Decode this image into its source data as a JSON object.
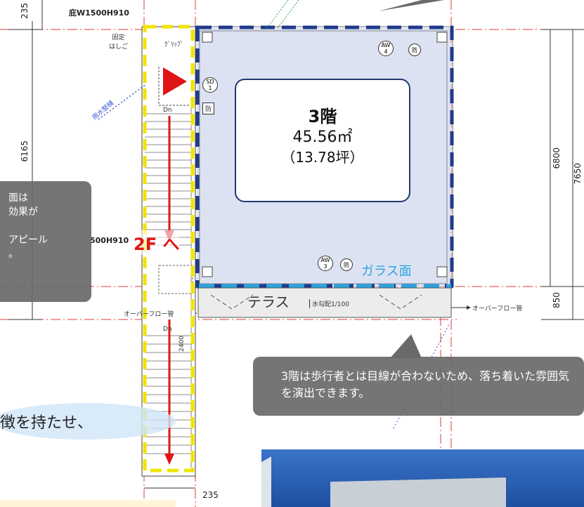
{
  "dimensions": {
    "top_left": "235",
    "left_height": "6165",
    "right_inner": "6800",
    "right_outer": "7650",
    "right_bottom": "850",
    "bottom": "235",
    "stair_height": "2400"
  },
  "window_top": "庇W1500H910",
  "window_mid": "500H910",
  "ladder_label": "固定\nはしご",
  "grip_label": "ｸﾞﾘｯﾌﾟ",
  "room": {
    "name": "3階",
    "area": "45.56㎡",
    "tsubo": "（13.78坪）"
  },
  "fixtures": {
    "aw4": {
      "top": "AW",
      "bottom": "4"
    },
    "aw3": {
      "top": "AW",
      "bottom": "3"
    },
    "sd1": {
      "top": "SD",
      "bottom": "1"
    },
    "bou": "防"
  },
  "glass_label": "ガラス面",
  "stair_up_label": "2F へ",
  "stair_dn": "Dn",
  "terrace": {
    "label": "テラス",
    "slope": "水勾配1/100",
    "overflow_left": "オーバーフロー管",
    "overflow_right": "オーバーフロー管"
  },
  "rain_pipe": "雨水竪樋",
  "callout_left": [
    "面は",
    "効果が",
    "",
    "アピール",
    "。"
  ],
  "callout_right": "3階は歩行者とは目線が合わないため、落ち着いた雰囲気を演出できます。",
  "bottom_text": "徴を持たせ、",
  "colors": {
    "blue_dash": "#1f3b8a",
    "cyan_dash": "#2aa3e0",
    "yellow_dash": "#f1e400",
    "red_arrow": "#e01515",
    "room_fill": "#dde2f2",
    "callout_bg": "#6a6a6a"
  }
}
